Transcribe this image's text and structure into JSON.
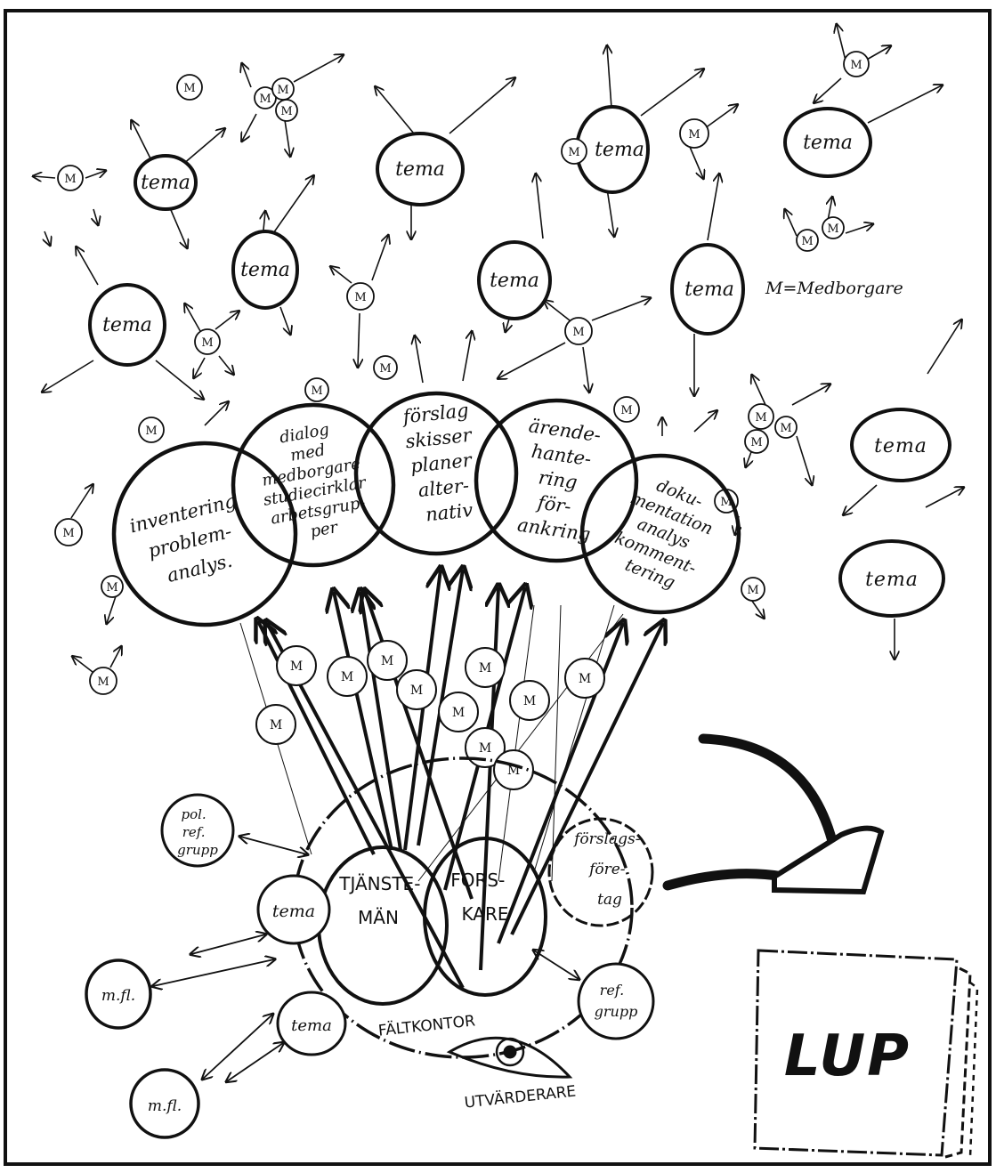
{
  "diagram": {
    "legend": "M=Medborgare",
    "citizen_mark": "M",
    "theme_label": "tema",
    "phases": {
      "inventering": [
        "inventering",
        "problem-",
        "analys."
      ],
      "dialog": [
        "dialog",
        "med",
        "medborgare",
        "studiecirklar",
        "arbetsgrup-",
        "per"
      ],
      "forslag": [
        "förslag",
        "skisser",
        "planer",
        "alter-",
        "nativ"
      ],
      "arende": [
        "ärende-",
        "hante-",
        "ring",
        "för-",
        "ankring"
      ],
      "dokumentation": [
        "doku-",
        "mentation",
        "analys",
        "komment-",
        "tering"
      ]
    },
    "office": {
      "tjansteman": [
        "TJÄNSTE-",
        "MÄN"
      ],
      "forskare": [
        "FORS-",
        "KARE"
      ],
      "faltkontor": "FÄLTKONTOR",
      "utvarderare": "UTVÄRDERARE",
      "forslagsforetag": [
        "förslags-",
        "före-",
        "tag"
      ],
      "pol_ref_grupp": [
        "pol.",
        "ref.",
        "grupp"
      ],
      "ref_grupp": [
        "ref.",
        "grupp"
      ],
      "mfl": "m.fl."
    },
    "stamp": "LUP"
  }
}
